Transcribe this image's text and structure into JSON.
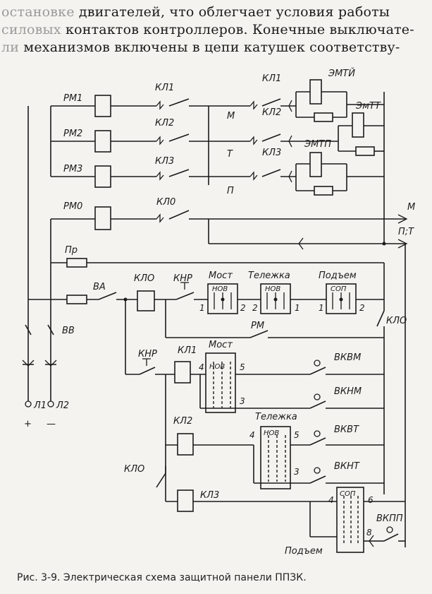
{
  "text": {
    "line1_faded": "остановке",
    "line1": " двигателей, что облегчает условия работы",
    "line2_faded": "силовых",
    "line2": " контактов контроллеров. Конечные выключате-",
    "line3_faded": "ли",
    "line3": " механизмов включены в цепи катушек соответству-"
  },
  "labels": {
    "rm1": "PM1",
    "rm2": "PM2",
    "rm3": "PM3",
    "rm0": "PM0",
    "kl1": "КЛ1",
    "kl2": "КЛ2",
    "kl3": "КЛ3",
    "kl0": "КЛ0",
    "kl1r": "КЛ1",
    "kl2r": "КЛ2",
    "kl3r": "КЛ3",
    "emti": "ЭМТЙ",
    "emtt": "ЭмТТ",
    "emtp": "ЭМТП",
    "m": "М",
    "t": "Т",
    "p": "П",
    "m_right": "М",
    "pt_right": "П;Т",
    "pr": "Пр",
    "va": "ВА",
    "vv": "ВВ",
    "kl0_2": "КЛО",
    "knr_top": "КНР",
    "most1": "Мост",
    "telezhka1": "Тележка",
    "podem1": "Подъем",
    "nov1": "НОВ",
    "nov2": "НОВ",
    "sop1": "СОП",
    "n1": "1",
    "n2": "2",
    "n2b": "2",
    "n1b": "1",
    "n1c": "1",
    "n2c": "2",
    "kl0_3": "КЛО",
    "rm": "РМ",
    "knr2": "КНР",
    "kl1_b": "КЛ1",
    "most2": "Мост",
    "nov3": "НОВ",
    "n4": "4",
    "n5": "5",
    "n3": "3",
    "vkvm": "ВКВМ",
    "vknm": "ВКНМ",
    "telezhka2": "Тележка",
    "nov4": "НОВ",
    "n4b": "4",
    "n5b": "5",
    "n3b": "3",
    "vkvt": "ВКВТ",
    "vknt": "ВКНТ",
    "kl2_b": "КЛ2",
    "kl0_4": "КЛО",
    "kl3_b": "КЛ3",
    "sop2": "СОП",
    "n4c": "4",
    "n6": "6",
    "n8": "8",
    "vkpp": "ВКПП",
    "podem2": "Подъем",
    "l1": "Л1",
    "l2": "Л2",
    "plus": "+",
    "minus": "—"
  },
  "caption": "Рис. 3-9. Электрическая схема защитной панели ППЗК."
}
